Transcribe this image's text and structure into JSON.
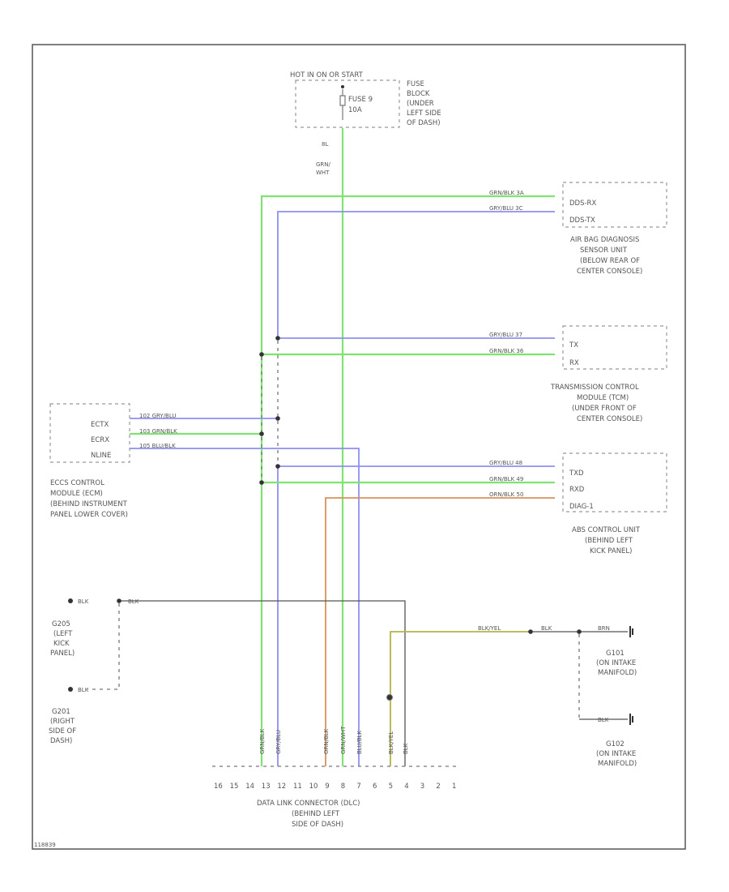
{
  "diagram": {
    "fuse_block": {
      "supply": "HOT IN ON OR START",
      "fuse": "FUSE 9",
      "rating": "10A",
      "location": [
        "FUSE",
        "BLOCK",
        "(UNDER",
        "LEFT SIDE",
        "OF DASH)"
      ]
    },
    "feed_wire": [
      "8L",
      "GRN/",
      "WHT"
    ],
    "airbag": {
      "pins": [
        "DDS-RX",
        "DDS-TX"
      ],
      "wires": [
        "GRN/BLK  3A",
        "GRY/BLU  3C"
      ],
      "name": [
        "AIR BAG DIAGNOSIS",
        "SENSOR UNIT",
        "(BELOW REAR OF",
        "CENTER CONSOLE)"
      ]
    },
    "tcm": {
      "pins": [
        "TX",
        "RX"
      ],
      "wires": [
        "GRY/BLU  37",
        "GRN/BLK  36"
      ],
      "name": [
        "TRANSMISSION CONTROL",
        "MODULE (TCM)",
        "(UNDER FRONT OF",
        "CENTER CONSOLE)"
      ]
    },
    "eccs": {
      "pins": [
        "ECTX",
        "ECRX",
        "NLINE"
      ],
      "wires": [
        "102  GRY/BLU",
        "103  GRN/BLK",
        "105  BLU/BLK"
      ],
      "name": [
        "ECCS CONTROL",
        "MODULE (ECM)",
        "(BEHIND INSTRUMENT",
        "PANEL LOWER COVER)"
      ]
    },
    "abs": {
      "pins": [
        "TXD",
        "RXD",
        "DIAG-1"
      ],
      "wires": [
        "GRY/BLU  48",
        "GRN/BLK  49",
        "ORN/BLK  50"
      ],
      "name": [
        "ABS CONTROL UNIT",
        "(BEHIND LEFT",
        "KICK PANEL)"
      ]
    },
    "ground_left": {
      "wires": [
        "BLK",
        "BLK"
      ],
      "b": "BLK",
      "g205": [
        "G205",
        "(LEFT",
        "KICK",
        "PANEL)"
      ],
      "g201": [
        "G201",
        "(RIGHT",
        "SIDE OF",
        "DASH)"
      ]
    },
    "ground_right": {
      "wire": "BLK/YEL",
      "labels": [
        "BLK",
        "BRN",
        "BLK"
      ],
      "g101": [
        "G101",
        "(ON INTAKE",
        "MANIFOLD)"
      ],
      "g102": [
        "G102",
        "(ON INTAKE",
        "MANIFOLD)"
      ]
    },
    "dlc": {
      "pin_numbers": [
        "16",
        "15",
        "14",
        "13",
        "12",
        "11",
        "10",
        "9",
        "8",
        "7",
        "6",
        "5",
        "4",
        "3",
        "2",
        "1"
      ],
      "wire_labels": [
        "GRN/BLK",
        "GRY/BLU",
        "ORN/BLK",
        "GRN/WHT",
        "BLU/BLK",
        "BLK/YEL",
        "BLK"
      ],
      "name": [
        "DATA LINK CONNECTOR (DLC)",
        "(BEHIND LEFT",
        "SIDE OF DASH)"
      ]
    },
    "code": "118839"
  }
}
